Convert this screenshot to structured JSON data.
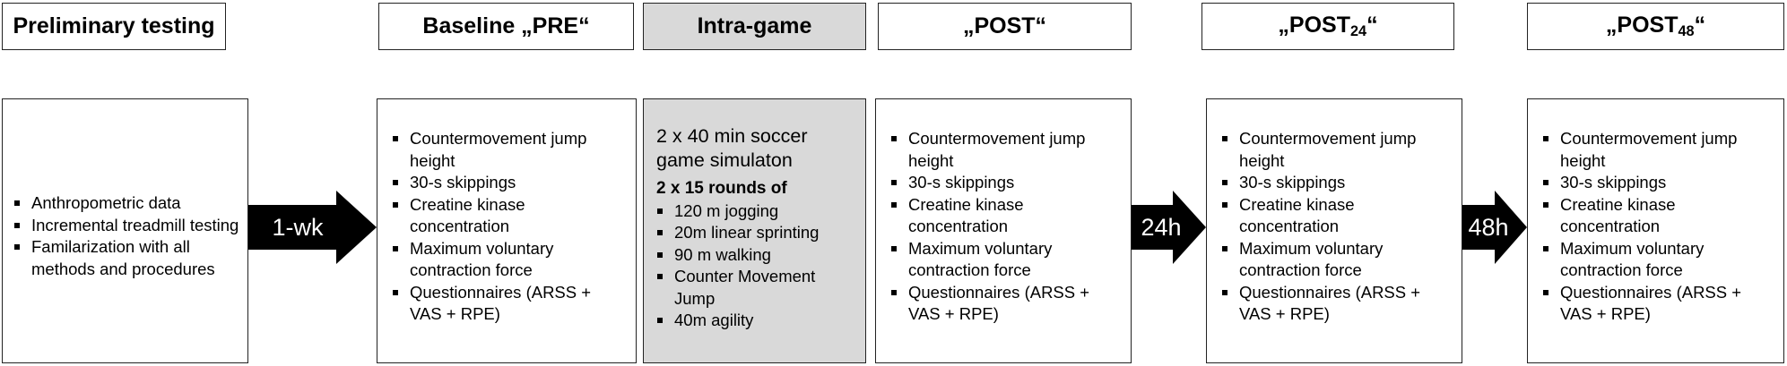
{
  "headers": {
    "preliminary": "Preliminary testing",
    "baseline": "Baseline „PRE“",
    "intra": "Intra-game",
    "post": "„POST“",
    "post24_prefix": "„POST",
    "post24_sub": "24",
    "post24_suffix": "“",
    "post48_prefix": "„POST",
    "post48_sub": "48",
    "post48_suffix": "“"
  },
  "preliminary_items": [
    "Anthropometric data",
    "Incremental treadmill testing",
    "Familarization with all methods and procedures"
  ],
  "measure_items": [
    "Countermovement jump height",
    "30-s skippings",
    "Creatine kinase concentration",
    "Maximum voluntary contraction force",
    "Questionnaires (ARSS + VAS + RPE)"
  ],
  "intra_game": {
    "simulation": "2 x 40 min soccer game simulaton",
    "rounds_title": "2 x 15 rounds of",
    "rounds_items": [
      "120 m jogging",
      "20m linear sprinting",
      "90 m walking",
      "Counter Movement Jump",
      "40m agility"
    ]
  },
  "arrows": {
    "first": "1-wk",
    "second": "24h",
    "third": "48h"
  },
  "colors": {
    "border": "#222222",
    "gray_fill": "#d9d9d9",
    "arrow_fill": "#000000"
  }
}
